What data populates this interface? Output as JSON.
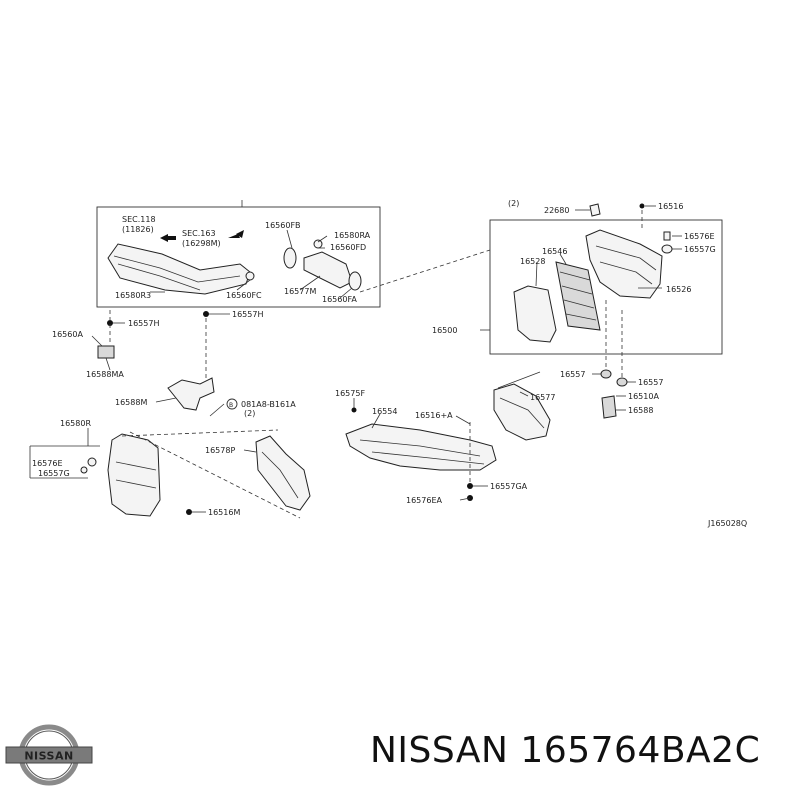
{
  "diagram": {
    "labels": {
      "sec118": "SEC.118",
      "sec118_sub": "(11826)",
      "sec163": "SEC.163",
      "sec163_sub": "(16298M)",
      "p16560FB": "16560FB",
      "p16580RA": "16580RA",
      "p16560FD": "16560FD",
      "p16580R3": "16580R3",
      "p16560FC": "16560FC",
      "p16577M": "16577M",
      "p16560FA": "16560FA",
      "p16557H_a": "16557H",
      "p16557H_b": "16557H",
      "p16560A": "16560A",
      "p16588MA": "16588MA",
      "p16588M": "16588M",
      "bolt": "081A8-B161A",
      "bolt_qty": "(2)",
      "bolt_b": "B",
      "p16580R": "16580R",
      "p16576E_a": "16576E",
      "p16557G_a": "16557G",
      "p16578P": "16578P",
      "p16516M": "16516M",
      "p16575F": "16575F",
      "p16554": "16554",
      "p16516A": "16516+A",
      "p16557GA": "16557GA",
      "p16576EA": "16576EA",
      "qty2_top": "(2)",
      "p22680": "22680",
      "p16516": "16516",
      "p16576E_b": "16576E",
      "p16557G_b": "16557G",
      "p16546": "16546",
      "p16528": "16528",
      "p16526": "16526",
      "p16500": "16500",
      "p16557": "16557",
      "p16557_b": "16557",
      "p16577": "16577",
      "p16510A": "16510A",
      "p16588": "16588",
      "ref": "J165028Q"
    }
  },
  "footer": {
    "title": "NISSAN 165764BA2C",
    "logo_text": "NISSAN"
  }
}
